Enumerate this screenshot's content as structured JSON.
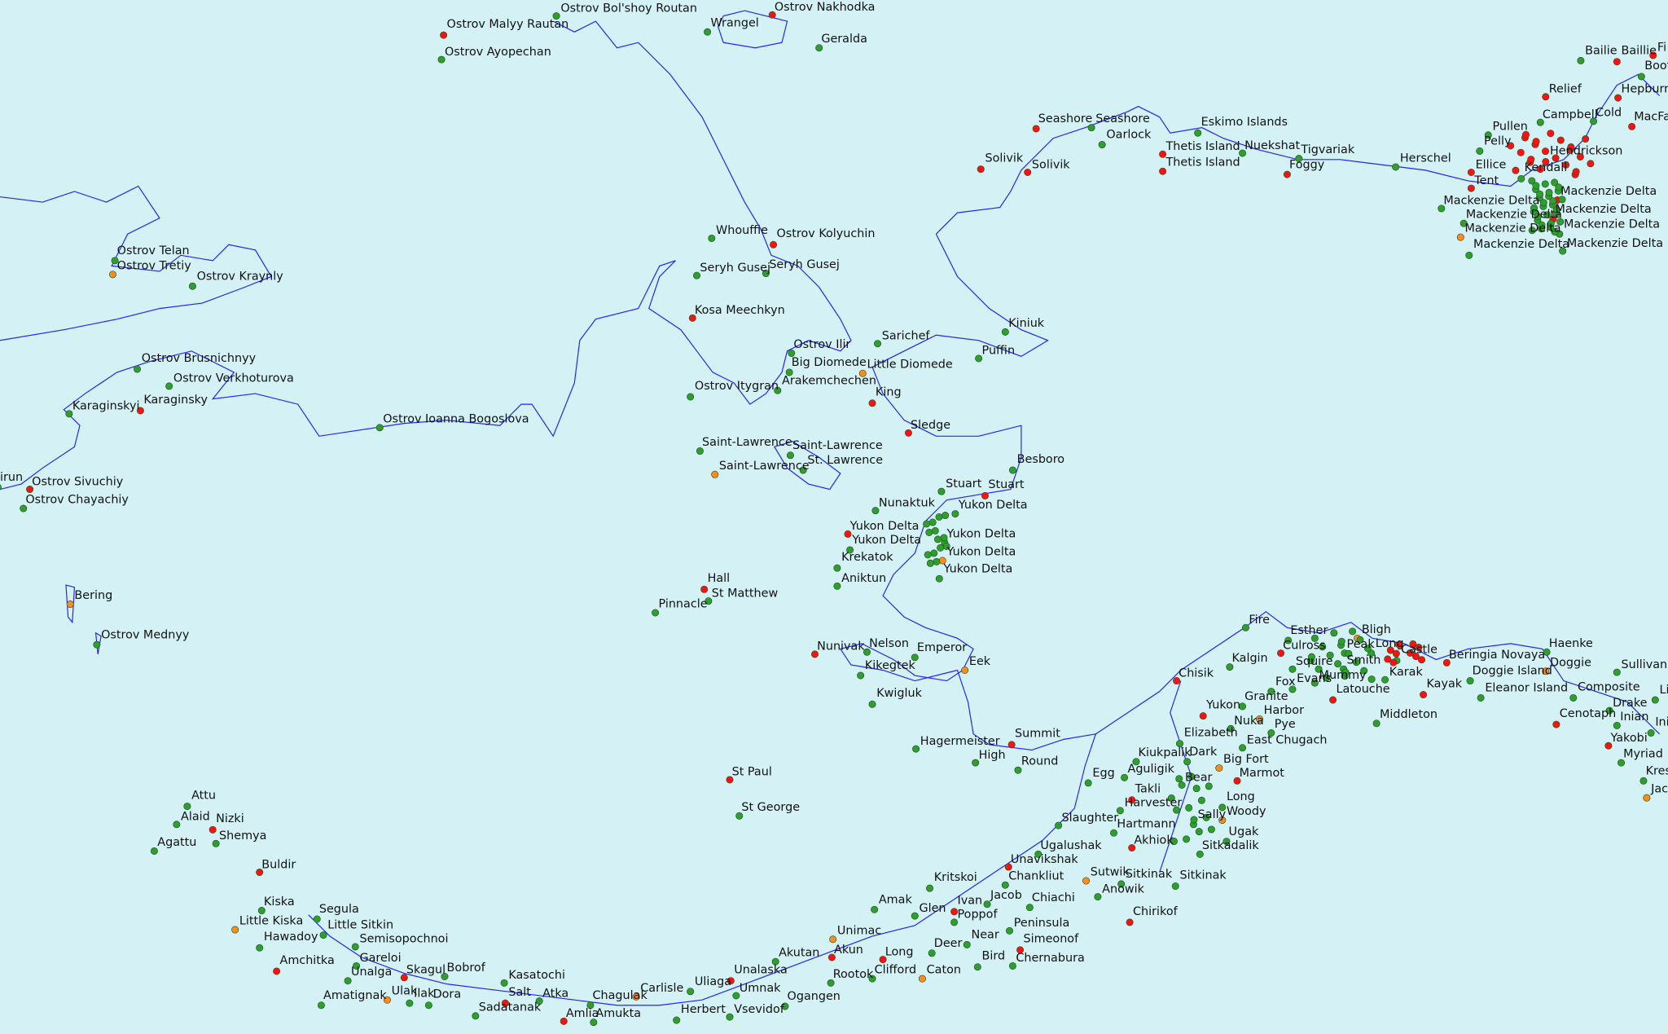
{
  "map": {
    "colors": {
      "water": "#d4f2f6",
      "coast": "#2222ff",
      "green": "#2e9e2e",
      "red": "#ff1010",
      "orange": "#ff8c1a",
      "text": "#111111"
    },
    "labels": [
      "Ostrov Bol'shoy Routan",
      "Ostrov Malyy Rautan",
      "Ostrov Ayopechan",
      "Wrangel",
      "Ostrov Nakhodka",
      "Geralda",
      "Ostrov Telan",
      "Ostrov Tretiy",
      "Ostrov Kraynly",
      "Ostrov Brusnichnyy",
      "Ostrov Verkhoturova",
      "Karaginsky",
      "Karaginskyi",
      "Ostrov Ioanna Bogoslova",
      "Ostrov Sivuchiy",
      "Ostrov Chayachiy",
      "irun",
      "Bering",
      "Ostrov Mednyy",
      "Attu",
      "Alaid",
      "Nizki",
      "Shemya",
      "Agattu",
      "Buldir",
      "Kiska",
      "Segula",
      "Little Kiska",
      "Little Sitkin",
      "Hawadoy",
      "Semisopochnoi",
      "Amchitka",
      "Gareloi",
      "Unalga",
      "Skagul",
      "Bobrof",
      "Amatignak",
      "Ulak",
      "Ilak",
      "Dora",
      "Kasatochi",
      "Salt",
      "Atka",
      "Sadatanak",
      "Amlia",
      "Amukta",
      "Chagulak",
      "Carlisle",
      "Uliaga",
      "Herbert",
      "Vsevidof",
      "Unalaska",
      "Umnak",
      "Akutan",
      "Akun",
      "Rootok",
      "Ogangen",
      "Unimac",
      "Amak",
      "Kritskoi",
      "Glen",
      "Ivan",
      "Poppof",
      "Jacob",
      "Long",
      "Clifford",
      "Deer",
      "Caton",
      "Near",
      "Bird",
      "Peninsula",
      "Simeonof",
      "Chernabura",
      "Chankliut",
      "Unavikshak",
      "Ugalushak",
      "Chiachi",
      "Sutwik",
      "Sitkinak",
      "Sitkinak",
      "Anowik",
      "Chirikof",
      "Slaughter",
      "Hartmann",
      "Akhiok",
      "Sitkadalik",
      "Ugak",
      "Woody",
      "Sally",
      "Long",
      "Harvester",
      "Takli",
      "Bear",
      "Aguligik",
      "Marmot",
      "Kiukpalik",
      "Dark",
      "Big Fort",
      "Egg",
      "Elizabeth",
      "East Chugach",
      "Yukon",
      "Nuka",
      "Pye",
      "Chisik",
      "Kalgin",
      "Granite",
      "Harbor",
      "Fox",
      "Evans",
      "Mummy",
      "Latouche",
      "Squire",
      "Smith",
      "Culross",
      "Peak",
      "Esther",
      "Bligh",
      "Long",
      "Castle",
      "Karak",
      "Kayak",
      "Fire",
      "Middleton",
      "Beringia Novaya",
      "Haenke",
      "Doggie Island",
      "Doggie",
      "Eleanor Island",
      "Composite",
      "Sullivan",
      "Cenotaph",
      "Drake",
      "Inian",
      "Yakobi",
      "Myriad",
      "Kres",
      "Jac",
      "Li",
      "Ini",
      "Whouffie",
      "Ostrov Kolyuchin",
      "Seryh Gusej",
      "Seryh Gusej",
      "Kosa Meechkyn",
      "Ostrov Ilir",
      "Big Diomede",
      "Little Diomede",
      "Arakemchechen",
      "Ostrov Itygran",
      "Sarichef",
      "King",
      "Puffin",
      "Kiniuk",
      "Sledge",
      "Saint-Lawrence",
      "Saint-Lawrence",
      "Saint-Lawrence",
      "St. Lawrence",
      "Besboro",
      "Stuart",
      "Stuart",
      "Nunaktuk",
      "Yukon Delta",
      "Yukon Delta",
      "Yukon Delta",
      "Yukon Delta",
      "Yukon Delta",
      "Yukon Delta",
      "Krekatok",
      "Aniktun",
      "Hall",
      "St Matthew",
      "Pinnacle",
      "Nunivak",
      "Nelson",
      "Emperor",
      "Eek",
      "Kikegtek",
      "Kwigluk",
      "Hagermeister",
      "Summit",
      "High",
      "Round",
      "St Paul",
      "St George",
      "Seashore",
      "Seashore",
      "Oarlock",
      "Solivik",
      "Solivik",
      "Eskimo Islands",
      "Thetis Island",
      "Thetis Island",
      "Nuekshat",
      "Tigvariak",
      "Foggy",
      "Herschel",
      "Bailie",
      "Baillie",
      "Fi",
      "Boot",
      "Relief",
      "Hepburn",
      "Campbell",
      "Cold",
      "MacFar",
      "Pullen",
      "Pelly",
      "Hendrickson",
      "Ellice",
      "Kendall",
      "Tent",
      "Mackenzie Delta",
      "Mackenzie Delta",
      "Mackenzie Delta",
      "Mackenzie Delta",
      "Mackenzie Delta",
      "Mackenzie Delta",
      "Mackenzie Delta",
      "Mackenzie Delta"
    ]
  }
}
